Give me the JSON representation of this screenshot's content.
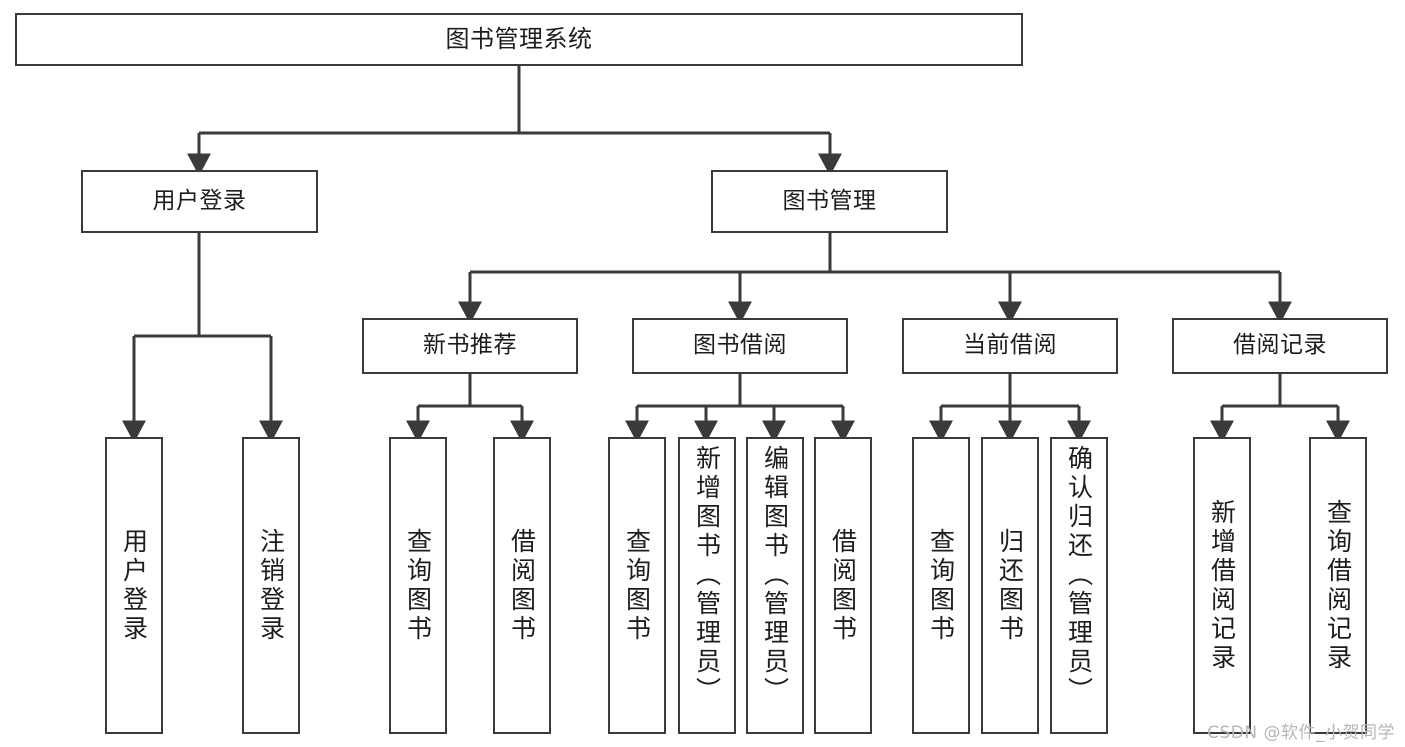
{
  "diagram": {
    "title": "图书管理系统",
    "type": "tree-hierarchy-chart",
    "watermark": "CSDN @软件_小贺同学",
    "colors": {
      "stroke": "#3a3a3a",
      "fill": "#ffffff",
      "text": "#1d1d1d",
      "watermark": "#b6b6b6"
    },
    "root": {
      "label": "图书管理系统"
    },
    "level2": [
      {
        "label": "用户登录"
      },
      {
        "label": "图书管理"
      }
    ],
    "level3": [
      {
        "label": "新书推荐"
      },
      {
        "label": "图书借阅"
      },
      {
        "label": "当前借阅"
      },
      {
        "label": "借阅记录"
      }
    ],
    "leaves": {
      "user_login": [
        {
          "label": "用户登录"
        },
        {
          "label": "注销登录"
        }
      ],
      "new_book_recommend": [
        {
          "label": "查询图书"
        },
        {
          "label": "借阅图书"
        }
      ],
      "book_borrow": [
        {
          "label": "查询图书"
        },
        {
          "label": "新增图书（管理员）"
        },
        {
          "label": "编辑图书（管理员）"
        },
        {
          "label": "借阅图书"
        }
      ],
      "current_borrow": [
        {
          "label": "查询图书"
        },
        {
          "label": "归还图书"
        },
        {
          "label": "确认归还（管理员）"
        }
      ],
      "borrow_record": [
        {
          "label": "新增借阅记录"
        },
        {
          "label": "查询借阅记录"
        }
      ]
    }
  }
}
